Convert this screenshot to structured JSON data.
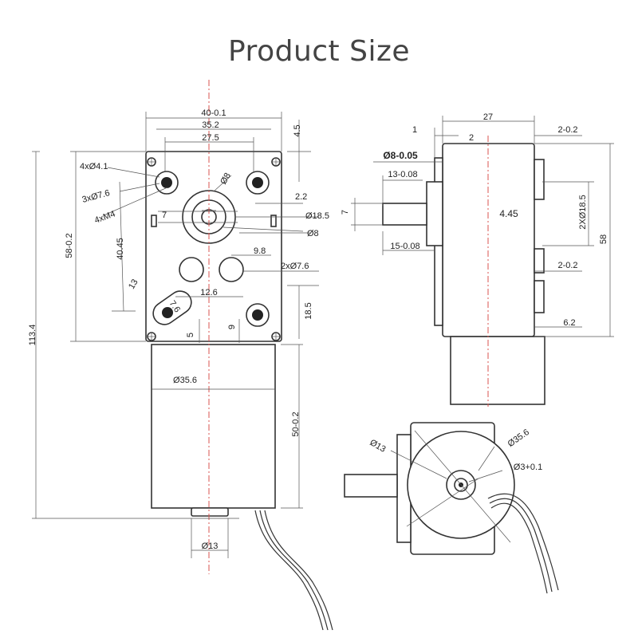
{
  "title": "Product Size",
  "colors": {
    "centerline": "#d9534f",
    "outline": "#333333",
    "text": "#222222"
  },
  "front_view": {
    "width_top": "40-0.1",
    "width_mid": "35.2",
    "width_inner": "27.5",
    "top_offset": "4.5",
    "mount_holes": "4xØ4.1",
    "shaft_bore_diam": "Ø8",
    "clearance": "2.2",
    "hub_diam": "Ø18.5",
    "hub_bore": "Ø8",
    "holes_3x": "3xØ7.6",
    "threads": "4xM4",
    "offset_7": "7",
    "height_left": "58-0.2",
    "height_inner": "40.45",
    "spacing_9_8": "9.8",
    "holes_2x": "2xØ7.6",
    "slot_angle": "13",
    "slot_width": "7.6",
    "hole_spacing": "12.6",
    "bottom_5": "5",
    "bottom_9": "9",
    "bottom_18_5": "18.5",
    "total_height": "113.4",
    "motor_diam": "Ø35.6",
    "motor_length": "50-0.2",
    "end_diam": "Ø13"
  },
  "side_view": {
    "depth": "27",
    "d1": "1",
    "d2": "2",
    "top_tol": "2-0.2",
    "shaft": "Ø8-0.05",
    "shaft_len": "13-0.08",
    "shaft_flat": "7",
    "center_offset": "4.45",
    "boss": "2XØ18.5",
    "base_len": "15-0.08",
    "height": "58",
    "mid_tol": "2-0.2",
    "bottom": "6.2"
  },
  "end_view": {
    "bearing": "Ø13",
    "motor_diam": "Ø35.6",
    "shaft_tol": "Ø3+0.1"
  }
}
